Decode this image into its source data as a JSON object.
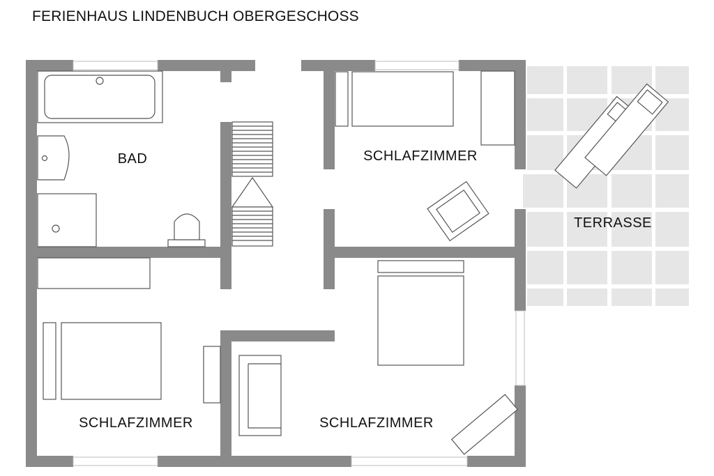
{
  "plan": {
    "title": "FERIENHAUS LINDENBUCH OBERGESCHOSS",
    "rooms": {
      "bad": "BAD",
      "schlafzimmer_top_right": "SCHLAFZIMMER",
      "terrasse": "TERRASSE",
      "schlafzimmer_bottom_left": "SCHLAFZIMMER",
      "schlafzimmer_bottom_middle": "SCHLAFZIMMER"
    }
  },
  "colors": {
    "wall": "#8a8a8b",
    "terrace_tile": "#e6e6e6",
    "furniture_outline": "#555555",
    "background": "#ffffff"
  }
}
